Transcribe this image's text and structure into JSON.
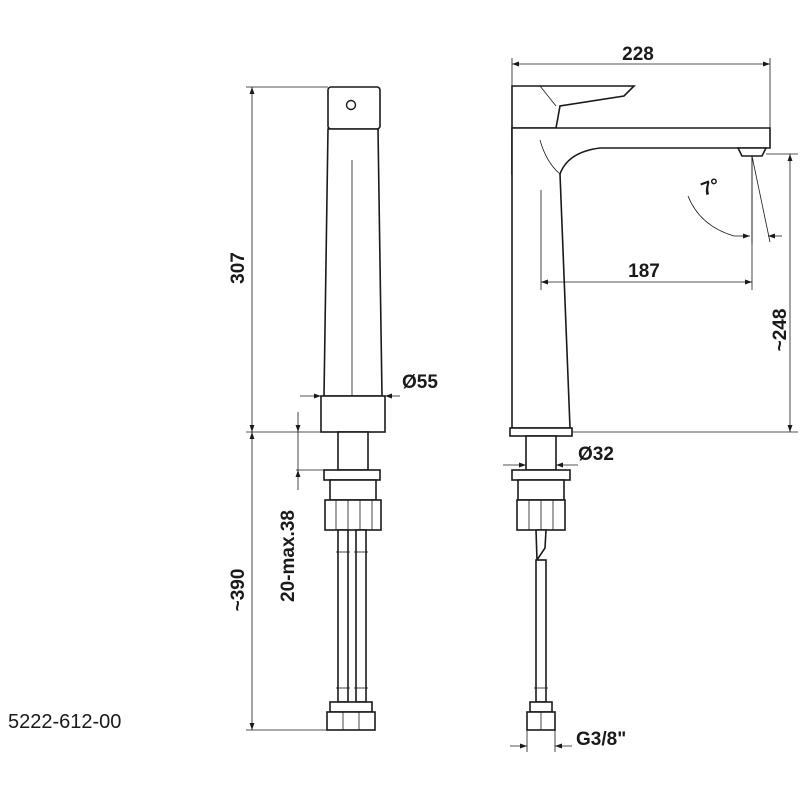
{
  "product_code": "5222-612-00",
  "dimensions": {
    "spout_reach_total": "228",
    "spout_reach_axis": "187",
    "body_height": "307",
    "spout_outlet_height": "~248",
    "body_diameter": "Ø55",
    "shank_diameter": "Ø32",
    "hose_length": "~390",
    "deck_thickness": "20-max.38",
    "connection_thread": "G3/8\"",
    "swing_angle": "7°"
  },
  "colors": {
    "line": "#1a1a1a",
    "background": "#ffffff"
  }
}
